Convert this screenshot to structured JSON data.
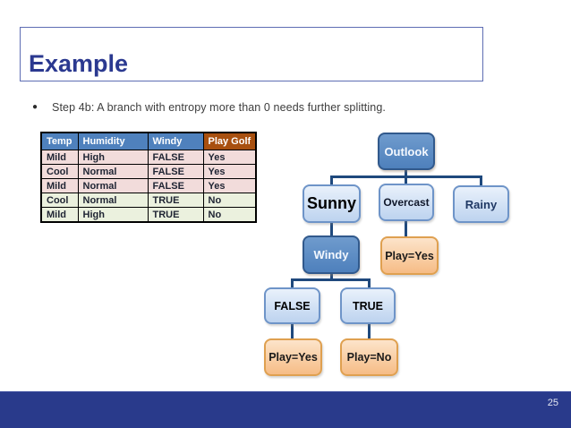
{
  "slide": {
    "title": "Example",
    "bullet_text": "Step 4b: A branch with entropy more than 0 needs further splitting.",
    "page_number": "25"
  },
  "table": {
    "headers": [
      "Temp",
      "Humidity",
      "Windy",
      "Play Golf"
    ],
    "rows": [
      [
        "Mild",
        "High",
        "FALSE",
        "Yes"
      ],
      [
        "Cool",
        "Normal",
        "FALSE",
        "Yes"
      ],
      [
        "Mild",
        "Normal",
        "FALSE",
        "Yes"
      ],
      [
        "Cool",
        "Normal",
        "TRUE",
        "No"
      ],
      [
        "Mild",
        "High",
        "TRUE",
        "No"
      ]
    ],
    "row_tints": [
      "pink",
      "pink",
      "pink",
      "green",
      "green"
    ]
  },
  "tree": {
    "nodes": {
      "outlook": {
        "label": "Outlook",
        "style": "dark-blue"
      },
      "sunny": {
        "label": "Sunny",
        "style": "light-blue"
      },
      "overcast": {
        "label": "Overcast",
        "style": "light-blue"
      },
      "rainy": {
        "label": "Rainy",
        "style": "light-blue"
      },
      "windy": {
        "label": "Windy",
        "style": "dark-blue"
      },
      "overcast_leaf": {
        "label": "Play=Yes",
        "style": "orange"
      },
      "false": {
        "label": "FALSE",
        "style": "light-blue"
      },
      "true": {
        "label": "TRUE",
        "style": "light-blue"
      },
      "false_leaf": {
        "label": "Play=Yes",
        "style": "orange"
      },
      "true_leaf": {
        "label": "Play=No",
        "style": "orange"
      }
    },
    "edges": [
      [
        "Outlook",
        "Sunny"
      ],
      [
        "Outlook",
        "Overcast"
      ],
      [
        "Outlook",
        "Rainy"
      ],
      [
        "Sunny",
        "Windy"
      ],
      [
        "Overcast",
        "Play=Yes"
      ],
      [
        "Windy",
        "FALSE"
      ],
      [
        "Windy",
        "TRUE"
      ],
      [
        "FALSE",
        "Play=Yes"
      ],
      [
        "TRUE",
        "Play=No"
      ]
    ]
  },
  "colors": {
    "title_text": "#2B3990",
    "title_box_border": "#5E6DB3",
    "bullet_text": "#3D3D3D",
    "footer_bg": "#293A8B",
    "table_header_blue": "#4F81BD",
    "table_header_brown": "#A8500F",
    "row_pink": "#F2DCDB",
    "row_green": "#EBF1DE",
    "node_dark_blue": "#4E80BC",
    "node_light_blue": "#C9DCF3",
    "node_orange": "#F9C998",
    "connector": "#1F497D"
  }
}
